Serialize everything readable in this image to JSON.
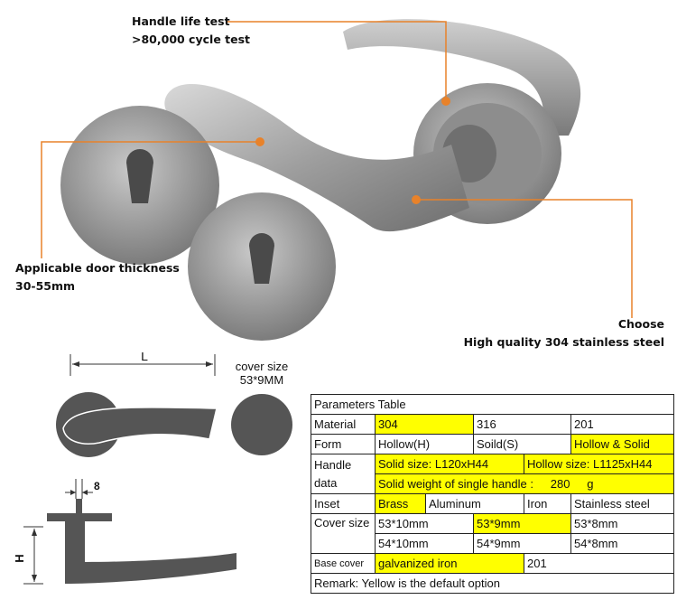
{
  "callouts": {
    "life_test_title": "Handle life test",
    "life_test_detail": ">80,000 cycle test",
    "door_thickness_title": "Applicable door thickness",
    "door_thickness_detail": "30-55mm",
    "material_title": "Choose",
    "material_detail": "High quality 304 stainless steel"
  },
  "diagram": {
    "length_label": "L",
    "cover_size_label": "cover size",
    "cover_size_value": "53*9MM",
    "thickness_label": "8",
    "height_label": "H"
  },
  "table": {
    "title": "Parameters Table",
    "rows": {
      "material": {
        "label": "Material",
        "values": [
          "304",
          "316",
          "201"
        ]
      },
      "form": {
        "label": "Form",
        "values": [
          "Hollow(H)",
          "Soild(S)",
          "Hollow & Solid"
        ]
      },
      "handle_data": {
        "label_line1": "Handle",
        "label_line2": "data",
        "solid_size": "Solid size: L120xH44",
        "hollow_size": "Hollow size: L1125xH44",
        "solid_weight_label": "Solid weight of single handle :",
        "solid_weight_value": "280",
        "solid_weight_unit": "g"
      },
      "inset": {
        "label": "Inset",
        "values": [
          "Brass",
          "Aluminum",
          "Iron",
          "Stainless steel"
        ]
      },
      "cover_size": {
        "label": "Cover size",
        "row1": [
          "53*10mm",
          "53*9mm",
          "53*8mm"
        ],
        "row2": [
          "54*10mm",
          "54*9mm",
          "54*8mm"
        ]
      },
      "base_cover": {
        "label": "Base cover",
        "values": [
          "galvanized iron",
          "201"
        ]
      }
    },
    "remark": "Remark: Yellow is the default option"
  },
  "colors": {
    "callout_line": "#e8822a",
    "highlight": "#ffff00",
    "diagram_fill": "#555555"
  }
}
